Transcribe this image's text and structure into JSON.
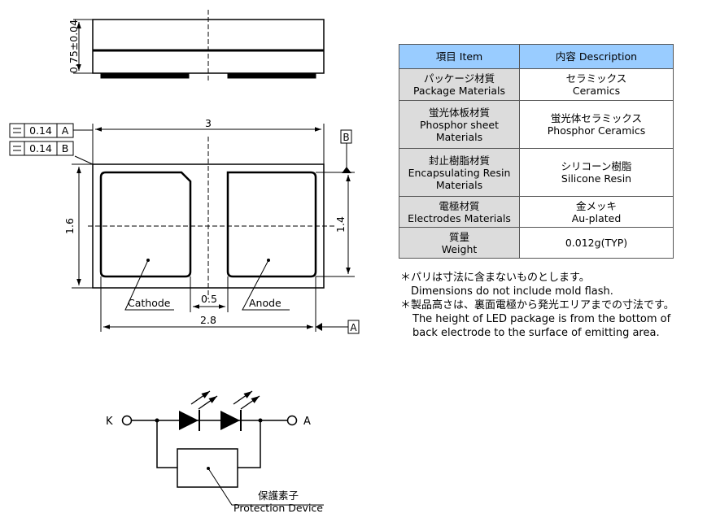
{
  "drawing": {
    "side_height_dim": "0.75±0.04",
    "width_dim": "3",
    "height_dim": "1.6",
    "pad_height_dim": "1.4",
    "gap_dim": "0.5",
    "pad_span_dim": "2.8",
    "cathode_label": "Cathode",
    "anode_label": "Anode",
    "tolerance_a_value": "0.14",
    "tolerance_a_datum": "A",
    "tolerance_b_value": "0.14",
    "tolerance_b_datum": "B",
    "datum_b": "B",
    "datum_a": "A"
  },
  "table": {
    "header_item": "項目 Item",
    "header_desc": "内容 Description",
    "rows": [
      {
        "item": [
          "パッケージ材質",
          "Package Materials"
        ],
        "desc": [
          "セラミックス",
          "Ceramics"
        ]
      },
      {
        "item": [
          "蛍光体板材質",
          "Phosphor sheet",
          "Materials"
        ],
        "desc": [
          "蛍光体セラミックス",
          "Phosphor Ceramics"
        ]
      },
      {
        "item": [
          "封止樹脂材質",
          "Encapsulating Resin",
          "Materials"
        ],
        "desc": [
          "シリコーン樹脂",
          "Silicone Resin"
        ]
      },
      {
        "item": [
          "電極材質",
          "Electrodes Materials"
        ],
        "desc": [
          "金メッキ",
          "Au-plated"
        ]
      },
      {
        "item": [
          "質量",
          "Weight"
        ],
        "desc": [
          "0.012g(TYP)"
        ]
      }
    ]
  },
  "notes": {
    "note1_jp": "＊パリは寸法に含まないものとします。",
    "note1_en": "Dimensions do not include mold flash.",
    "note2_jp": "＊製品高さは、裏面電極から発光エリアまでの寸法です。",
    "note2_en_1": "The height of LED package is from the bottom of",
    "note2_en_2": "back electrode to the surface of emitting area."
  },
  "circuit": {
    "k_label": "K",
    "a_label": "A",
    "protection_jp": "保護素子",
    "protection_en": "Protection Device"
  }
}
